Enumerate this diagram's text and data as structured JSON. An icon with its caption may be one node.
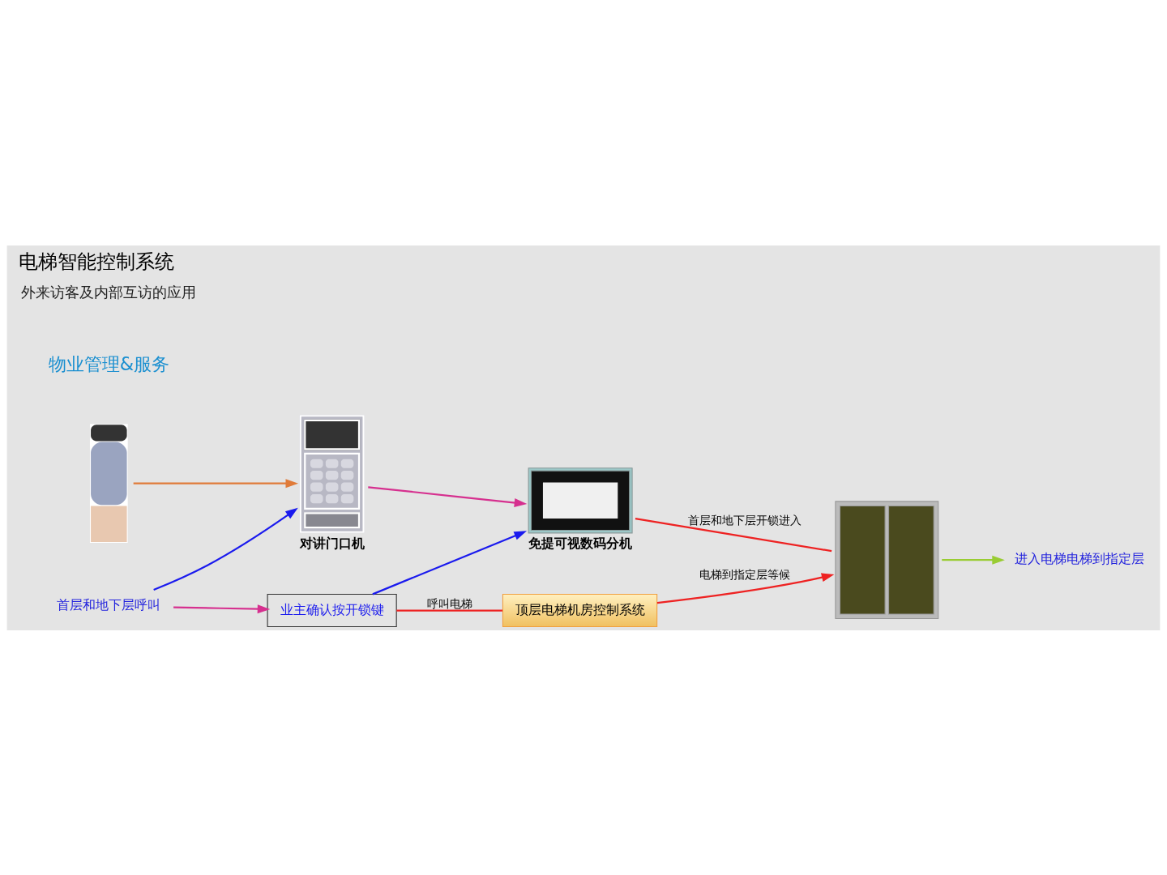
{
  "diagram": {
    "title": "电梯智能控制系统",
    "nodes": [
      {
        "text": [],
        "shape": "person"
      },
      {
        "text": [],
        "shape": "picture",
        "beside": [
          "对讲门口机"
        ]
      },
      {
        "text": [
          "首层和地下层呼叫"
        ]
      },
      {
        "text": [],
        "shape": "picture",
        "beside": [
          "免提可视数码分机"
        ]
      },
      {
        "text": [
          "业主确认按开锁键"
        ]
      },
      {
        "text": [
          "顶层电梯机房控制系统"
        ]
      },
      {
        "text": [],
        "shape": "picture"
      },
      {
        "text": [
          "进入电梯电梯到指定层"
        ]
      }
    ],
    "edges": [
      {
        "from": 0,
        "to": 1,
        "arrow": "to",
        "color": "#e07b39"
      },
      {
        "from": 2,
        "to": 1,
        "arrow": "to",
        "color": "#1a1aee"
      },
      {
        "from": 1,
        "to": 3,
        "arrow": "to",
        "color": "#d6308f"
      },
      {
        "from": 2,
        "to": 4,
        "arrow": "to",
        "color": "#d6308f"
      },
      {
        "from": 4,
        "to": 3,
        "arrow": "to",
        "color": "#1a1aee"
      },
      {
        "from": 4,
        "to": 5,
        "arrow": "none",
        "label": "呼叫电梯"
      },
      {
        "from": 5,
        "to": 6,
        "arrow": "to",
        "label": "电梯到指定层等候"
      },
      {
        "from": 3,
        "to": 6,
        "arrow": "none",
        "label": "首层和地下层开锁进入"
      },
      {
        "from": 6,
        "to": 7,
        "arrow": "to",
        "color": "#99cc33"
      }
    ],
    "labels": [
      "物业管理&服务",
      "外来访客及内部互访的应用"
    ]
  }
}
